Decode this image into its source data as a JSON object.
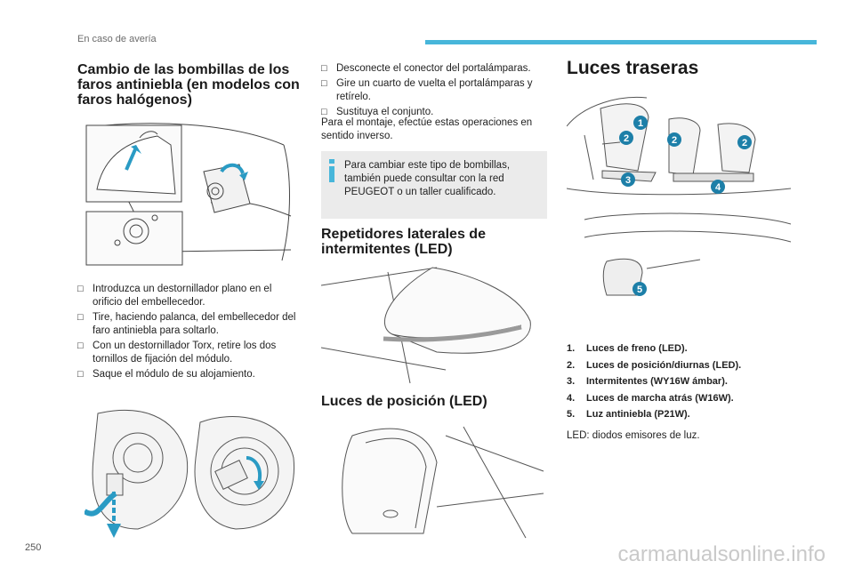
{
  "header": {
    "section": "En caso de avería",
    "page_number": "250"
  },
  "watermark": "carmanualsonline.info",
  "col1": {
    "title": "Cambio de las bombillas de los faros antiniebla (en modelos con faros halógenos)",
    "steps": [
      "Introduzca un destornillador plano en el orificio del embellecedor.",
      "Tire, haciendo palanca, del embellecedor del faro antiniebla para soltarlo.",
      "Con un destornillador Torx, retire los dos tornillos de fijación del módulo.",
      "Saque el módulo de su alojamiento."
    ]
  },
  "col2": {
    "steps": [
      "Desconecte el conector del portalámparas.",
      "Gire un cuarto de vuelta el portalámparas y retírelo.",
      "Sustituya el conjunto."
    ],
    "assembly_note": "Para el montaje, efectúe estas operaciones en sentido inverso.",
    "info": "Para cambiar este tipo de bombillas, también puede consultar con la red PEUGEOT o un taller cualificado.",
    "repeaters_title": "Repetidores laterales de intermitentes (LED)",
    "position_title": "Luces de posición (LED)"
  },
  "col3": {
    "title": "Luces traseras",
    "callouts": [
      "1",
      "2",
      "2",
      "2",
      "3",
      "4",
      "5"
    ],
    "legend": [
      {
        "num": "1.",
        "label": "Luces de freno (LED)."
      },
      {
        "num": "2.",
        "label": "Luces de posición/diurnas (LED)."
      },
      {
        "num": "3.",
        "label": "Intermitentes (WY16W ámbar)."
      },
      {
        "num": "4.",
        "label": "Luces de marcha atrás (W16W)."
      },
      {
        "num": "5.",
        "label": "Luz antiniebla (P21W)."
      }
    ],
    "led_note": "LED: diodos emisores de luz."
  },
  "colors": {
    "accent": "#47b6da",
    "callout": "#1d7fa8",
    "arrow": "#2a9bc4",
    "info_bg": "#ebebeb"
  },
  "icons": {
    "bullet": "check-box-icon",
    "info": "info-icon"
  }
}
